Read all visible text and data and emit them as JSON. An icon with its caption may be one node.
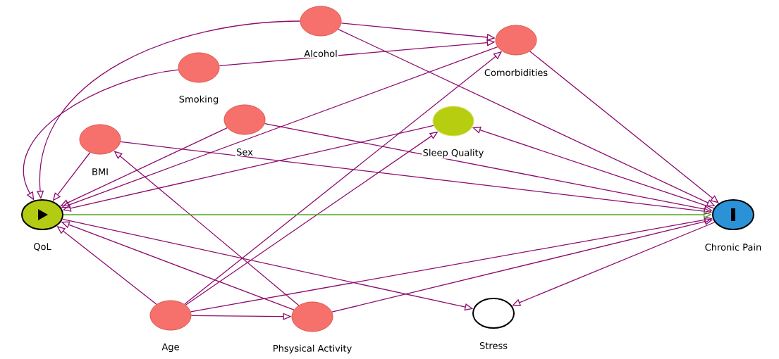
{
  "diagram": {
    "nodes": [
      {
        "text": [
          "QoL"
        ]
      },
      {
        "text": [
          "Alcohol"
        ]
      },
      {
        "text": [
          "Smoking"
        ]
      },
      {
        "text": [
          "Comorbidities"
        ]
      },
      {
        "text": [
          "Sex"
        ]
      },
      {
        "text": [
          "BMI"
        ]
      },
      {
        "text": [
          "Sleep Quality"
        ]
      },
      {
        "text": [
          "Chronic Pain"
        ]
      },
      {
        "text": [
          "Age"
        ]
      },
      {
        "text": [
          "Phsysical Activity"
        ]
      },
      {
        "text": [
          "Stress"
        ]
      }
    ],
    "edges": [
      {
        "from": 1,
        "to": 0,
        "arrow": "to"
      },
      {
        "from": 1,
        "to": 3,
        "arrow": "to"
      },
      {
        "from": 1,
        "to": 7,
        "arrow": "to"
      },
      {
        "from": 2,
        "to": 0,
        "arrow": "to"
      },
      {
        "from": 2,
        "to": 3,
        "arrow": "to"
      },
      {
        "from": 3,
        "to": 0,
        "arrow": "to"
      },
      {
        "from": 3,
        "to": 7,
        "arrow": "to"
      },
      {
        "from": 4,
        "to": 0,
        "arrow": "to"
      },
      {
        "from": 4,
        "to": 7,
        "arrow": "to"
      },
      {
        "from": 5,
        "to": 0,
        "arrow": "to"
      },
      {
        "from": 5,
        "to": 7,
        "arrow": "to"
      },
      {
        "from": 6,
        "to": 0,
        "arrow": "to"
      },
      {
        "from": 7,
        "to": 6,
        "arrow": "to"
      },
      {
        "from": 8,
        "to": 3,
        "arrow": "to"
      },
      {
        "from": 8,
        "to": 6,
        "arrow": "to"
      },
      {
        "from": 8,
        "to": 0,
        "arrow": "to"
      },
      {
        "from": 8,
        "to": 9,
        "arrow": "to"
      },
      {
        "from": 8,
        "to": 7,
        "arrow": "to"
      },
      {
        "from": 9,
        "to": 5,
        "arrow": "to"
      },
      {
        "from": 9,
        "to": 0,
        "arrow": "to"
      },
      {
        "from": 9,
        "to": 7,
        "arrow": "to"
      },
      {
        "from": 0,
        "to": 10,
        "arrow": "to"
      },
      {
        "from": 7,
        "to": 10,
        "arrow": "to"
      },
      {
        "from": 0,
        "to": 7,
        "arrow": "to",
        "color": "#4ea81e"
      }
    ]
  }
}
